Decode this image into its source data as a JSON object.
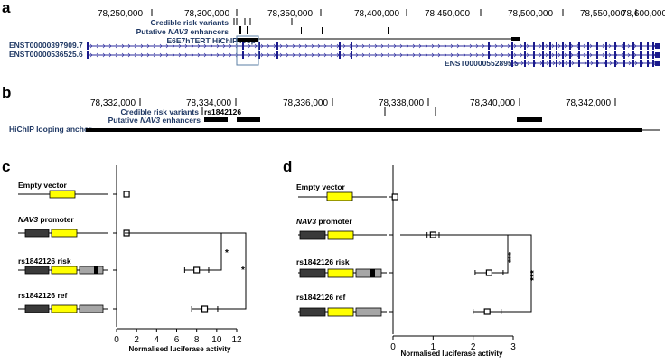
{
  "panel_a": {
    "letter": "a",
    "coords": [
      "78,250,000",
      "78,300,000",
      "78,350,000",
      "78,400,000",
      "78,450,000",
      "78,500,000",
      "78,550,000",
      "78,600,000"
    ],
    "tracks": {
      "credible": "Credible risk variants",
      "putative_prefix": "Putative ",
      "putative_gene": "NAV3",
      "putative_suffix": " enhancers",
      "hichip": "E6E7hTERT HiChIP loop"
    },
    "transcripts": [
      "ENST00000397909.7",
      "ENST00000536525.6",
      "ENST00000552895.5"
    ]
  },
  "panel_b": {
    "letter": "b",
    "coords": [
      "78,332,000",
      "78,334,000",
      "78,336,000",
      "78,338,000",
      "78,340,000",
      "78,342,000"
    ],
    "tracks": {
      "credible": "Credible risk variants",
      "snp": "rs1842126",
      "putative_prefix": "Putative ",
      "putative_gene": "NAV3",
      "putative_suffix": " enhancers",
      "hichip": "HiChIP looping anchor"
    }
  },
  "panel_c": {
    "letter": "c",
    "xlabel": "Normalised luciferase activity",
    "constructs": [
      {
        "label": "Empty vector",
        "italic": false
      },
      {
        "label": "NAV3 promoter",
        "italic": true
      },
      {
        "label": "rs1842126 risk",
        "italic": false
      },
      {
        "label": "rs1842126 ref",
        "italic": false
      }
    ],
    "sig_inner": "*",
    "sig_outer": "*"
  },
  "panel_d": {
    "letter": "d",
    "xlabel": "Normalised luciferase activity",
    "constructs": [
      {
        "label": "Empty vector",
        "italic": false
      },
      {
        "label": "NAV3 promoter",
        "italic": true
      },
      {
        "label": "rs1842126 risk",
        "italic": false
      },
      {
        "label": "rs1842126 ref",
        "italic": false
      }
    ],
    "sig_inner": "***",
    "sig_outer": "***"
  },
  "chart_data": [
    {
      "type": "scatter",
      "panel": "c",
      "xlabel": "Normalised luciferase activity",
      "xlim": [
        0,
        12
      ],
      "xticks": [
        0,
        2,
        4,
        6,
        8,
        10,
        12
      ],
      "categories": [
        "Empty vector",
        "NAV3 promoter",
        "rs1842126 risk",
        "rs1842126 ref"
      ],
      "values": [
        1,
        1,
        8,
        8.8
      ],
      "errors": [
        0,
        0,
        1.2,
        1.3
      ]
    },
    {
      "type": "scatter",
      "panel": "d",
      "xlabel": "Normalised luciferase activity",
      "xlim": [
        0,
        3
      ],
      "xticks": [
        0,
        1,
        2,
        3
      ],
      "categories": [
        "Empty vector",
        "NAV3 promoter",
        "rs1842126 risk",
        "rs1842126 ref"
      ],
      "values": [
        0.05,
        1,
        2.4,
        2.35
      ],
      "errors": [
        0,
        0.15,
        0.35,
        0.35
      ]
    }
  ]
}
